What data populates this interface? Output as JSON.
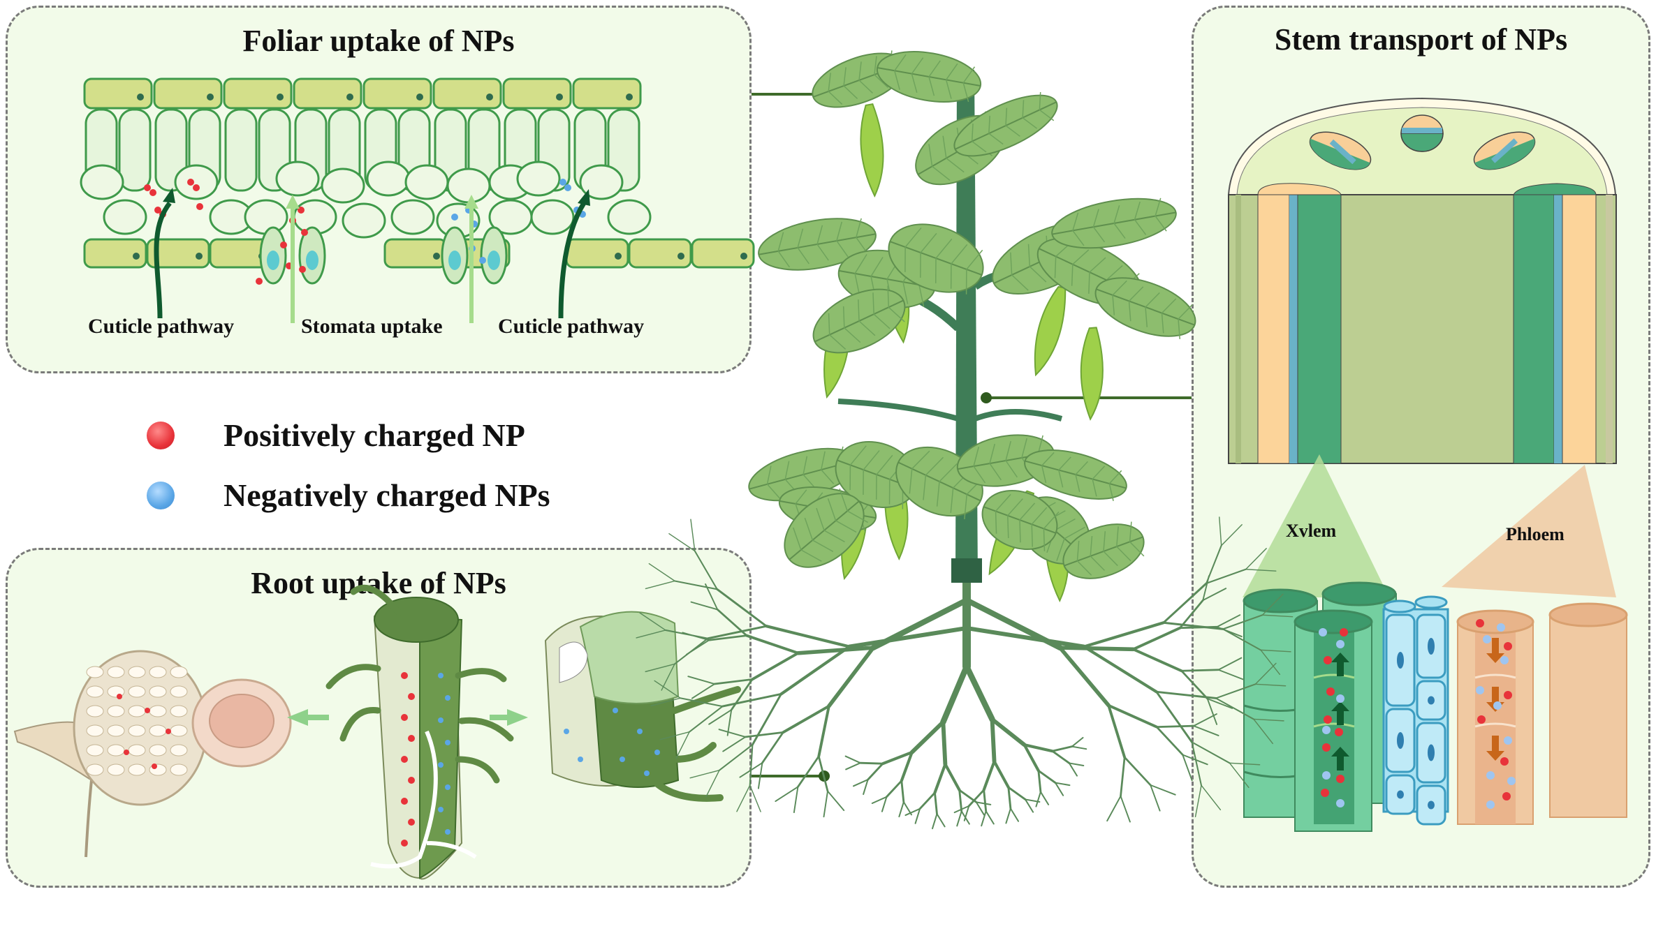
{
  "figure": {
    "panels": {
      "foliar": {
        "title": "Foliar uptake of NPs",
        "labels": [
          "Cuticle pathway",
          "Stomata uptake",
          "Cuticle pathway"
        ]
      },
      "root": {
        "title": "Root uptake of NPs"
      },
      "stem": {
        "title": "Stem transport of NPs",
        "labels": {
          "xylem": "Xvlem",
          "phloem": "Phloem"
        }
      }
    },
    "legend": [
      {
        "label": "Positively charged NP",
        "color": "#e8333a"
      },
      {
        "label": "Negatively charged NPs",
        "color": "#5aa6e6"
      }
    ],
    "colors": {
      "panel_bg": "#f2fbe9",
      "leaf_green": "#8dbd6e",
      "stem_green": "#3f7d57",
      "xylem": "#74cfa0",
      "phloem": "#f0c7a5",
      "companion": "#a9e2f2",
      "cuticle_arrow": "#0f5a2e",
      "stomata_arrow": "#a6dc8c"
    }
  }
}
